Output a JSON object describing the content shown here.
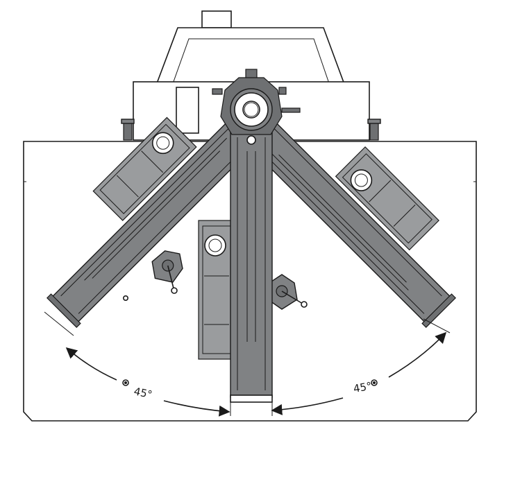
{
  "annotations": {
    "left_angle": "45°",
    "right_angle": "45°"
  },
  "colors": {
    "line": "#1a1a1a",
    "metal": "#808284",
    "background": "#ffffff"
  },
  "icons": [
    "angle-arrow",
    "pivot-hub",
    "motor-housing",
    "handwheel"
  ]
}
